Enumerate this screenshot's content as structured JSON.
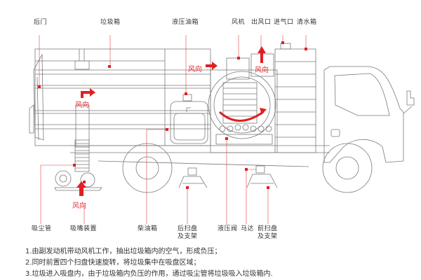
{
  "colors": {
    "line": "#6b6b6b",
    "accent": "#e02020",
    "text": "#333333"
  },
  "labels_top": {
    "rear_door": "后门",
    "garbage_box": "垃圾箱",
    "hydraulic_tank": "液压油箱",
    "fan": "风机",
    "air_outlet": "出风口",
    "air_inlet": "进气口",
    "water_tank": "清水箱"
  },
  "labels_bottom": {
    "suction_pipe": "吸尘管",
    "suction_nozzle": "吸嘴装置",
    "diesel_tank": "柴油箱",
    "rear_brush_1": "后扫盘",
    "rear_brush_2": "及支架",
    "hydraulic_valve": "液压阀",
    "motor": "马达",
    "front_brush_1": "前扫盘",
    "front_brush_2": "及支架"
  },
  "wind_label": "风向",
  "notes": [
    "1.由副发动机带动风机工作，抽出垃圾箱内的空气，形成负压；",
    "2.同时前置四个扫盘快速旋转，将垃圾集中在吸盘区域；",
    "3.垃圾进入吸盘内，由于垃圾箱内负压的作用，通过吸尘管将垃圾吸入垃圾箱内."
  ]
}
